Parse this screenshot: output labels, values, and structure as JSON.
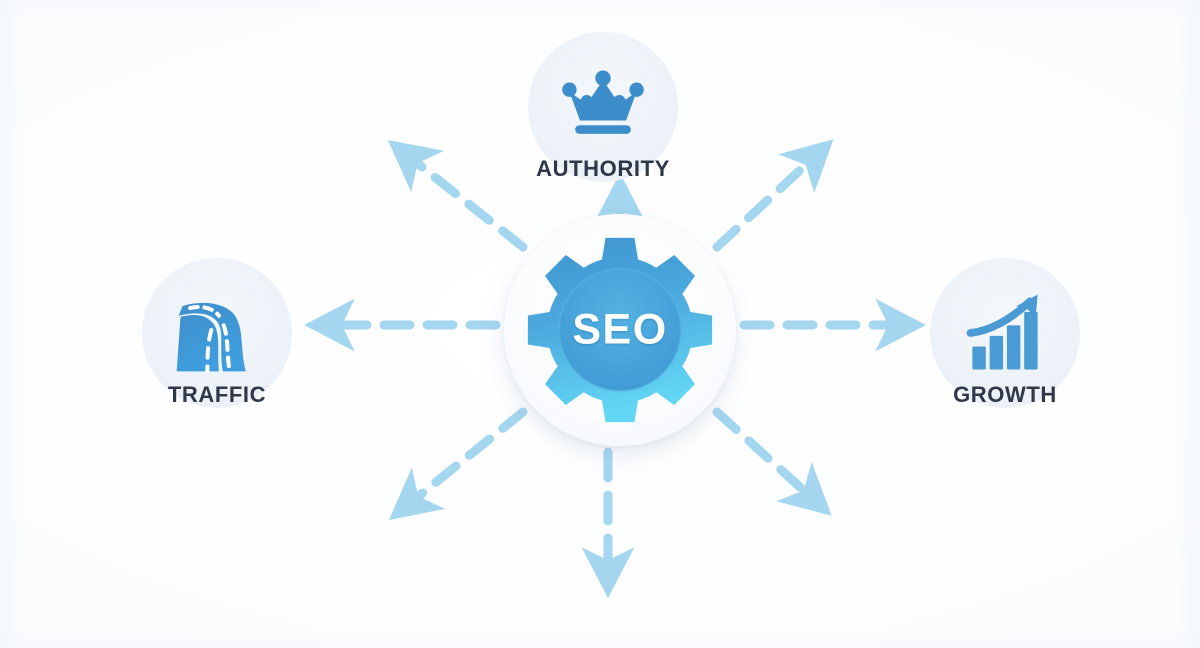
{
  "diagram": {
    "type": "hub-and-spoke",
    "title": "SEO benefits hub diagram",
    "background_color": "#ffffff",
    "accent_color": "#3d93d0",
    "arrow_color": "#a5d6ef",
    "label_color": "#2f3748"
  },
  "hub": {
    "label": "SEO",
    "icon": "gear-icon",
    "gear_teeth": 8,
    "gradient_from": "#3f93ce",
    "gradient_to": "#5fd2f2",
    "inner_circle_color": "#4aa8dd"
  },
  "nodes": [
    {
      "id": "authority",
      "label": "AUTHORITY",
      "icon": "crown-icon",
      "icon_color": "#3d8dcb",
      "position": "top"
    },
    {
      "id": "traffic",
      "label": "TRAFFIC",
      "icon": "road-icon",
      "icon_color": "#3d8dcb",
      "position": "left"
    },
    {
      "id": "growth",
      "label": "GROWTH",
      "icon": "bar-chart-arrow-icon",
      "icon_color": "#4a9ad4",
      "position": "right"
    }
  ],
  "arrows": [
    {
      "id": "arrow-up",
      "direction": "up",
      "style": "dashed",
      "head": true
    },
    {
      "id": "arrow-up-left",
      "direction": "up-left",
      "style": "dashed",
      "head": true
    },
    {
      "id": "arrow-up-right",
      "direction": "up-right",
      "style": "dashed",
      "head": true
    },
    {
      "id": "arrow-left",
      "direction": "left",
      "style": "dashed",
      "head": true
    },
    {
      "id": "arrow-right",
      "direction": "right",
      "style": "dashed",
      "head": true
    },
    {
      "id": "arrow-down",
      "direction": "down",
      "style": "dashed",
      "head": true
    },
    {
      "id": "arrow-down-left",
      "direction": "down-left",
      "style": "dashed",
      "head": true
    },
    {
      "id": "arrow-down-right",
      "direction": "down-right",
      "style": "dashed",
      "head": true
    }
  ]
}
